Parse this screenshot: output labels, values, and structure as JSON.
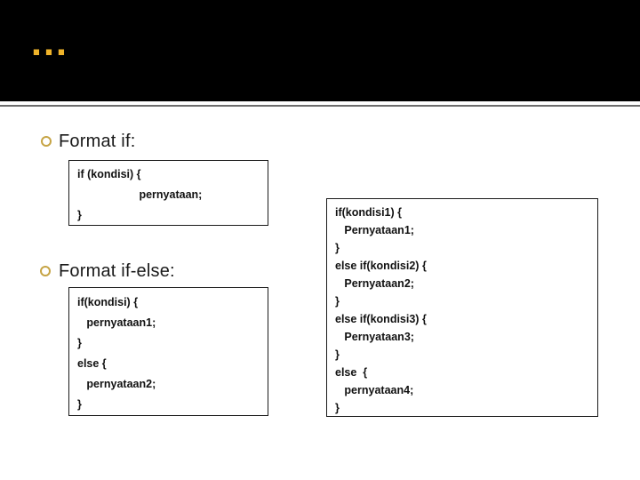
{
  "slide": {
    "title": "…",
    "colors": {
      "background": "#ffffff",
      "header_bg": "#000000",
      "title_gold": "#efb32a",
      "bullet_ring_gold": "#c6a445",
      "divider_gray": "#6d6d6d",
      "code_text": "#111111",
      "box_border": "#1a1a1a"
    }
  },
  "sections": [
    {
      "heading": "Format if:",
      "bullet_icon": "circle-outline",
      "code_lines": [
        "if (kondisi) {",
        "                    pernyataan;",
        "}"
      ]
    },
    {
      "heading": "Format if-else:",
      "bullet_icon": "circle-outline",
      "code_lines": [
        "if(kondisi) {",
        "   pernyataan1;",
        "}",
        "else {",
        "   pernyataan2;",
        "}"
      ]
    }
  ],
  "side_panel": {
    "code_lines": [
      "if(kondisi1) {",
      "   Pernyataan1;",
      "}",
      "else if(kondisi2) {",
      "   Pernyataan2;",
      "}",
      "else if(kondisi3) {",
      "   Pernyataan3;",
      "}",
      "else  {",
      "   pernyataan4;",
      "}"
    ]
  }
}
